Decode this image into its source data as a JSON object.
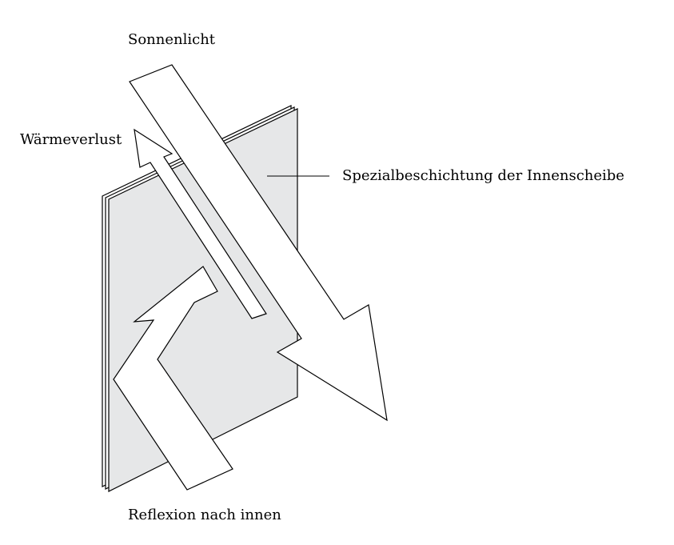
{
  "labels": {
    "sunlight": "Sonnenlicht",
    "heat_loss": "Wärmeverlust",
    "coating": "Spezialbeschichtung der Innenscheibe",
    "reflection": "Reflexion nach innen"
  },
  "colors": {
    "background": "#ffffff",
    "pane_fill": "#e6e7e8",
    "outline": "#000000",
    "arrow_fill": "#ffffff"
  }
}
